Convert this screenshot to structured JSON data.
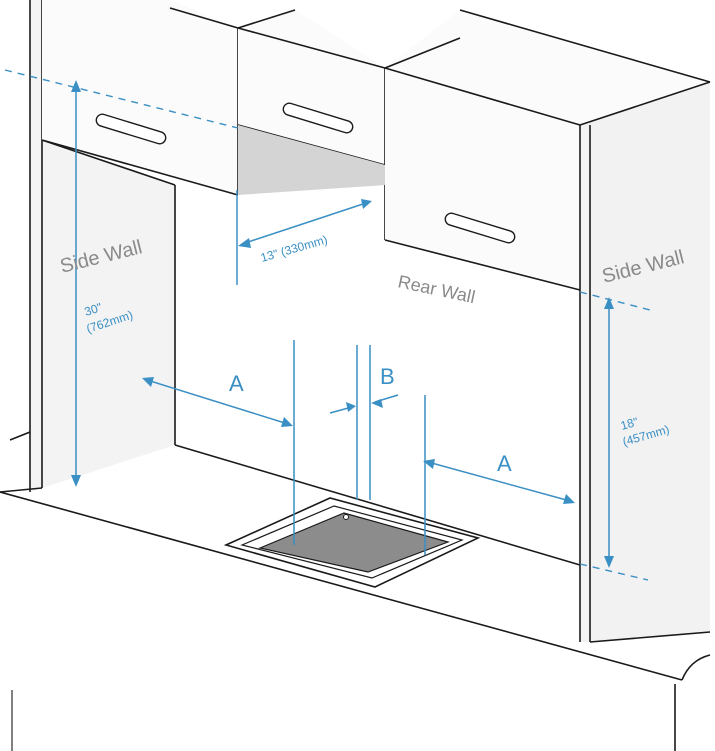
{
  "labels": {
    "side_wall_left": "Side Wall",
    "side_wall_right": "Side Wall",
    "rear_wall": "Rear Wall",
    "dim_height_left_in": "30\"",
    "dim_height_left_mm": "(762mm)",
    "dim_depth": "13\" (330mm)",
    "dim_height_right_in": "18\"",
    "dim_height_right_mm": "(457mm)",
    "clearance_a_left": "A",
    "clearance_a_right": "A",
    "clearance_b": "B"
  },
  "colors": {
    "dimension": "#3a8fc4",
    "label": "#8a8a8a",
    "outline": "#1a1a1a",
    "side_panel": "#f2f2f2",
    "cooktop_well": "#8c8c8c"
  }
}
